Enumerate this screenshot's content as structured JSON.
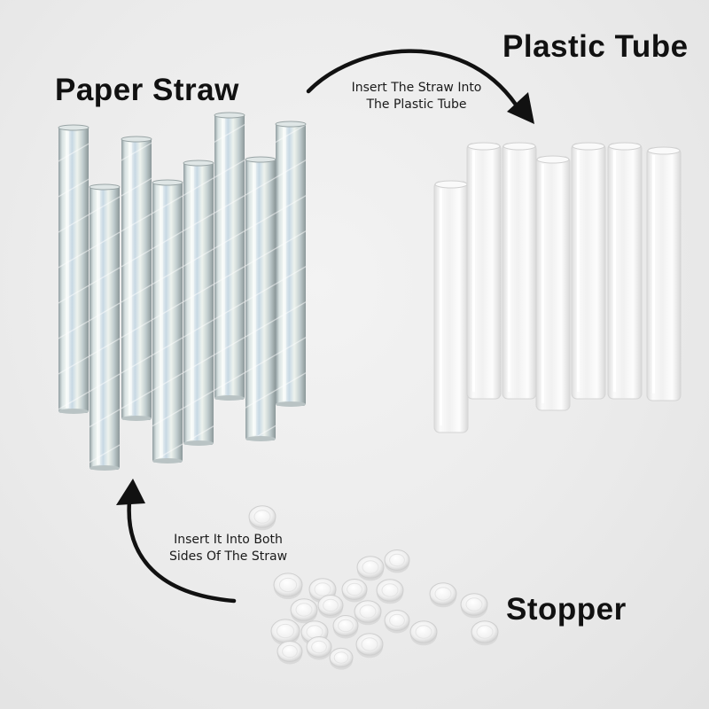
{
  "labels": {
    "paper_straw": "Paper Straw",
    "plastic_tube": "Plastic Tube",
    "stopper": "Stopper"
  },
  "instructions": {
    "straw_to_tube": [
      "Insert The Straw Into",
      "The Plastic Tube"
    ],
    "stopper_to_straw": [
      "Insert It Into Both",
      "Sides Of The Straw"
    ]
  },
  "colors": {
    "background": "#ebebeb",
    "text": "#111111",
    "arrow": "#111111",
    "paper_straw_foil": "#c9d6d6",
    "plastic_tube": "#f7f7f7",
    "stopper": "#f5f5f5"
  },
  "counts": {
    "paper_straws": 8,
    "plastic_tubes": 7,
    "stoppers": 22
  }
}
